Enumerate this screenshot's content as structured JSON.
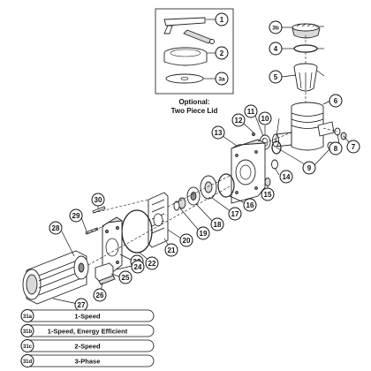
{
  "optional_box": {
    "caption_line1": "Optional:",
    "caption_line2": "Two Piece Lid"
  },
  "callouts": {
    "c1": "1",
    "c2": "2",
    "c3a": "3a",
    "c3b": "3b",
    "c4": "4",
    "c5": "5",
    "c6": "6",
    "c7": "7",
    "c8": "8",
    "c9": "9",
    "c10": "10",
    "c11": "11",
    "c12": "12",
    "c13": "13",
    "c14": "14",
    "c15": "15",
    "c16": "16",
    "c17": "17",
    "c18": "18",
    "c19": "19",
    "c20": "20",
    "c21": "21",
    "c22": "22",
    "c23": "23",
    "c24": "24",
    "c25": "25",
    "c26": "26",
    "c27": "27",
    "c28": "28",
    "c29": "29",
    "c30": "30"
  },
  "motor_options": [
    {
      "code": "31a",
      "label": "1-Speed"
    },
    {
      "code": "31b",
      "label": "1-Speed, Energy Efficient"
    },
    {
      "code": "31c",
      "label": "2-Speed"
    },
    {
      "code": "31d",
      "label": "3-Phase"
    }
  ]
}
